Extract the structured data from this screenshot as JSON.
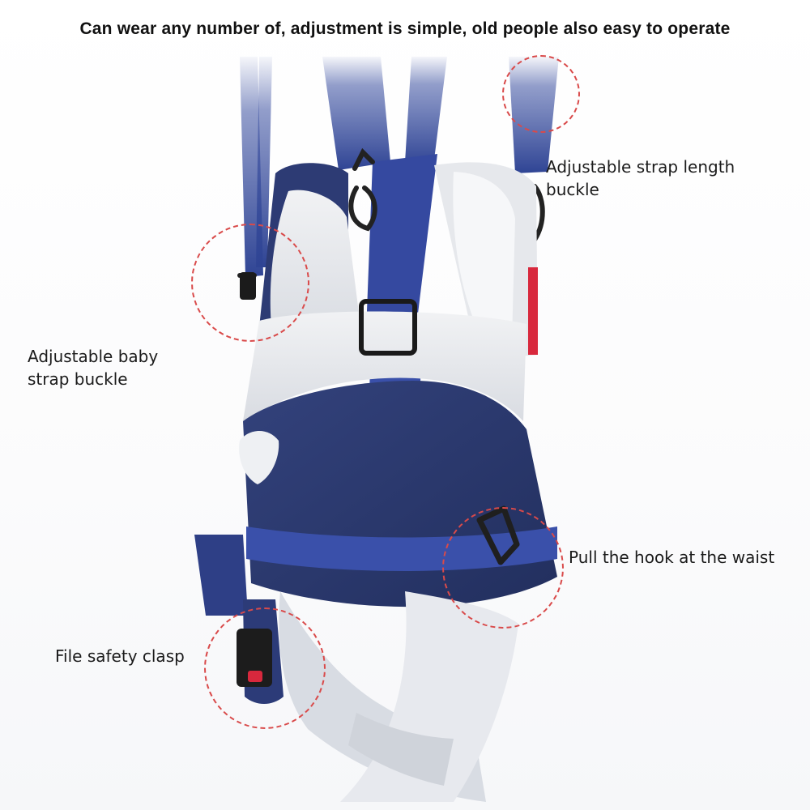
{
  "headline": "Can wear any number of, adjustment is simple, old people also easy to operate",
  "callouts": {
    "strap_length": "Adjustable strap length buckle",
    "baby_strap": "Adjustable baby strap buckle",
    "waist_hook": "Pull the hook at the waist",
    "safety_clasp": "File safety clasp"
  },
  "colors": {
    "harness_navy": "#2b3a73",
    "strap_blue": "#334a9a",
    "lining_gray": "#e4e6ea",
    "accent_red": "#d94a4a",
    "headline_text": "#111111"
  }
}
